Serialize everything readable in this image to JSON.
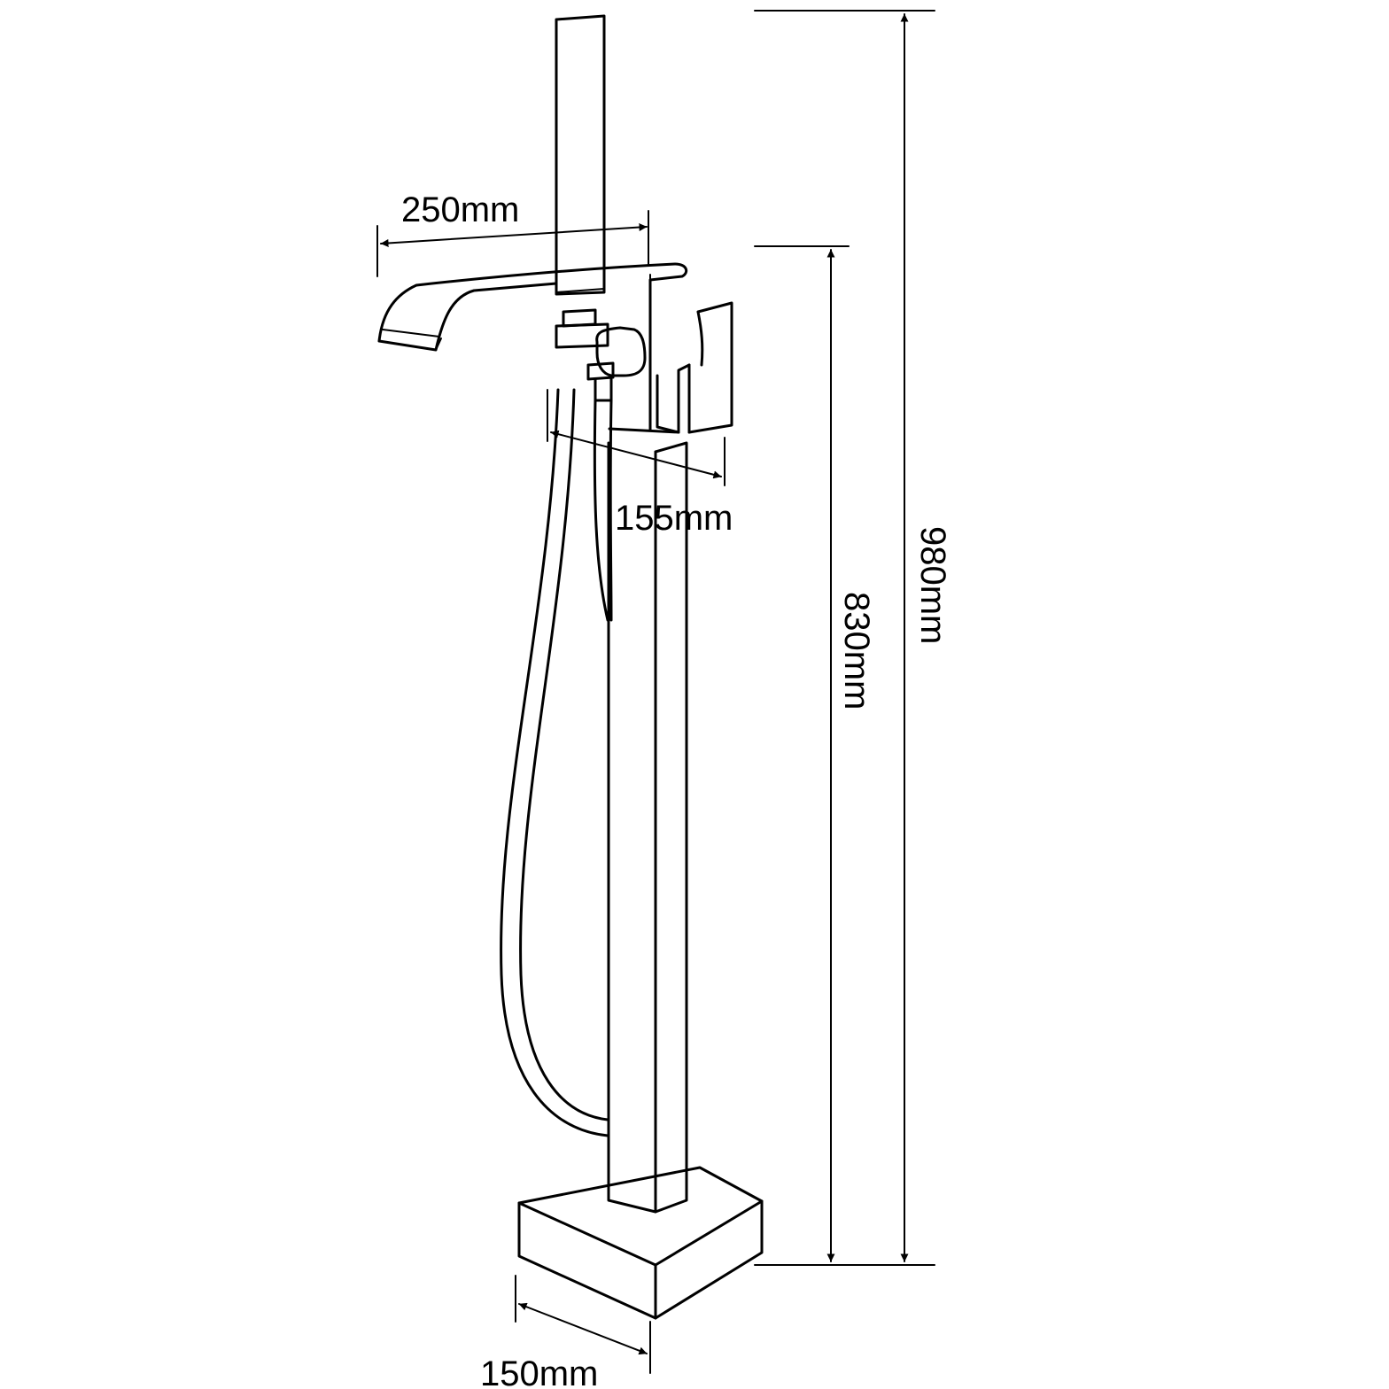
{
  "diagram": {
    "dimensions": {
      "spout_reach": "250mm",
      "handle_depth": "155mm",
      "spout_height": "830mm",
      "overall_height": "980mm",
      "base_width": "150mm"
    },
    "colors": {
      "line": "#000000",
      "background": "#ffffff"
    }
  }
}
